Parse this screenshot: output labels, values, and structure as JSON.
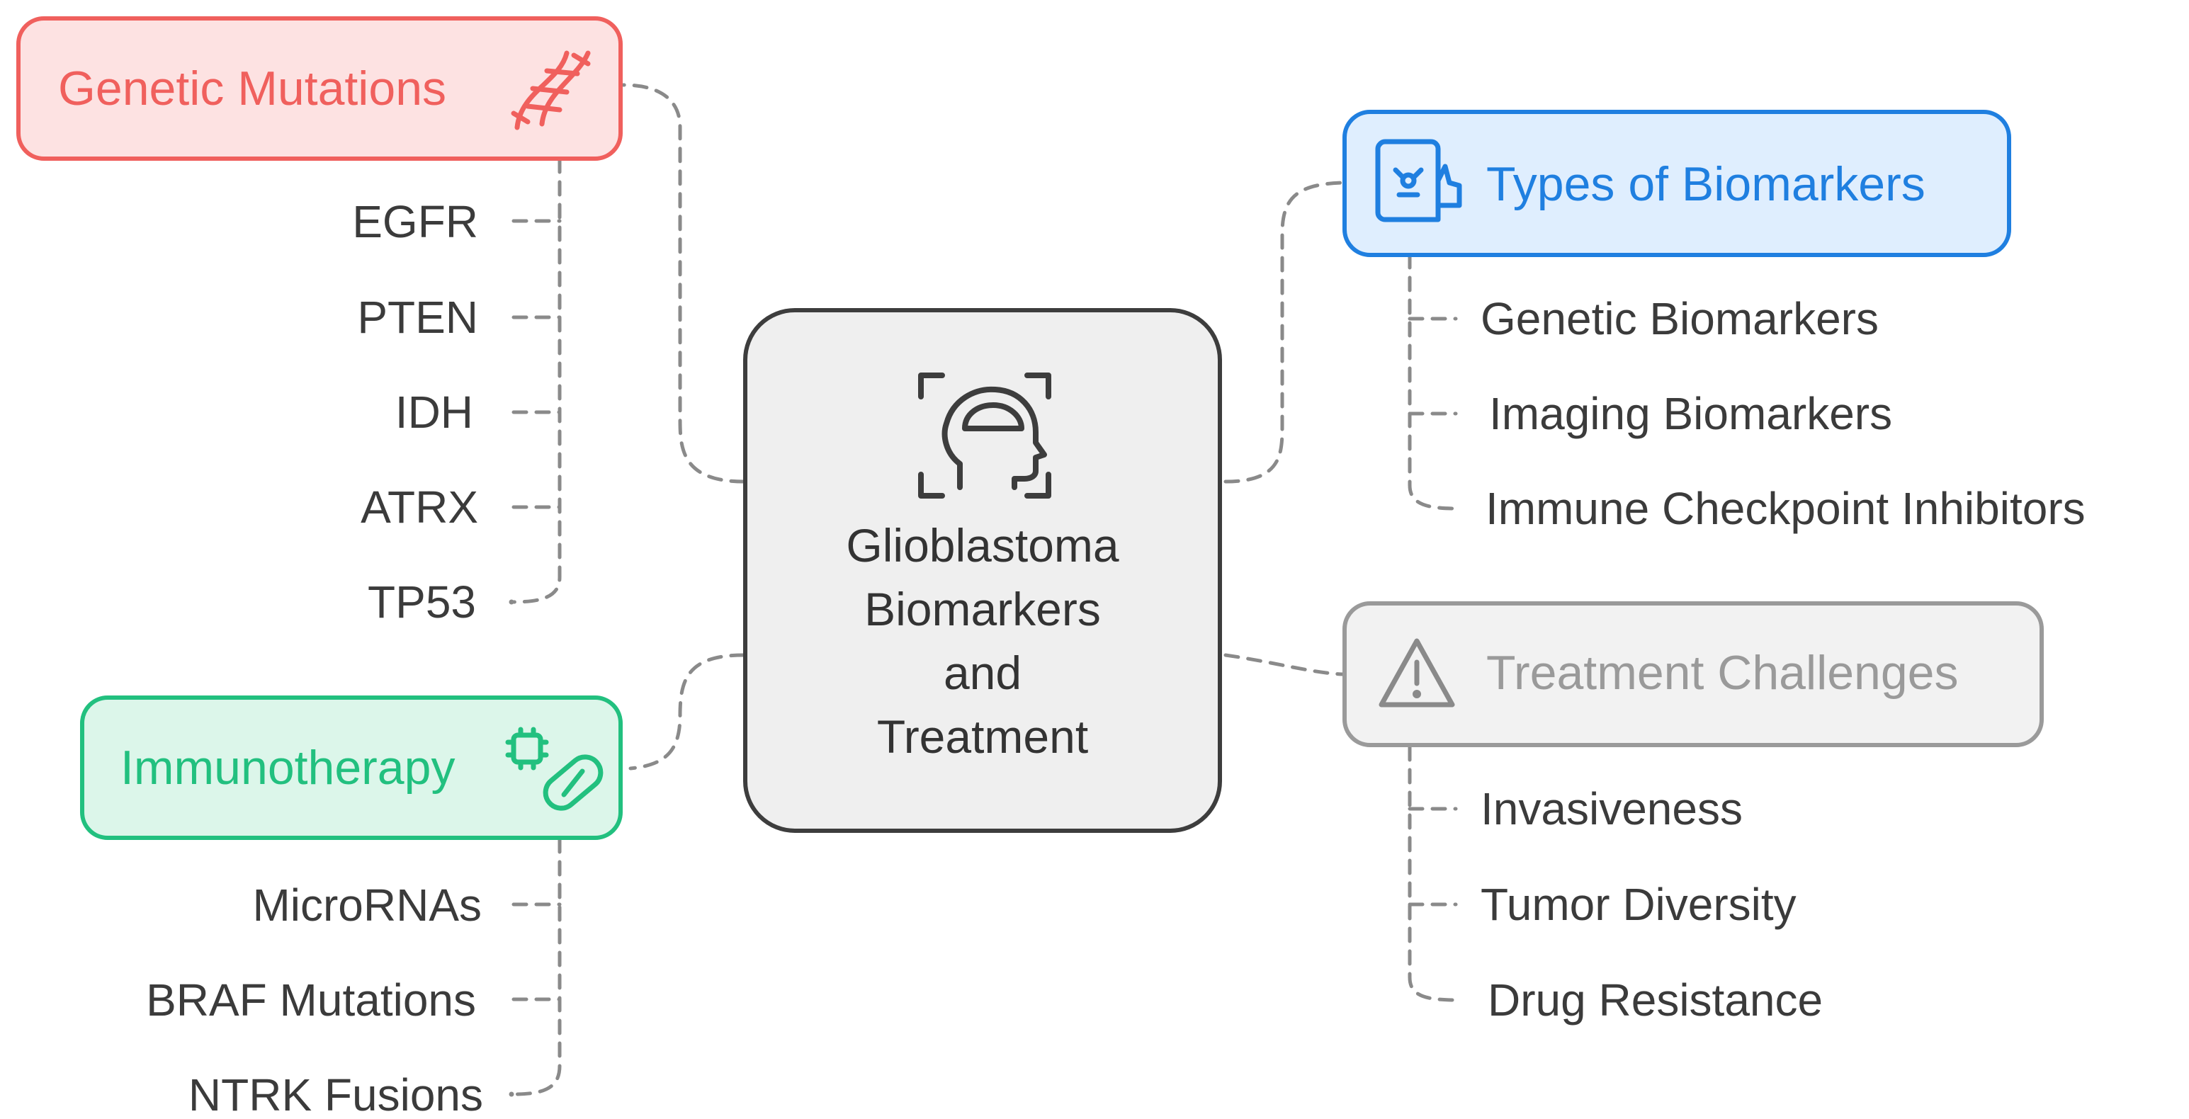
{
  "center": {
    "lines": [
      "Glioblastoma",
      "Biomarkers",
      "and",
      "Treatment"
    ],
    "icon": "brain-head-scan-icon"
  },
  "categories": {
    "genetic_mutations": {
      "label": "Genetic Mutations",
      "icon": "dna-icon",
      "color": "#f0605d",
      "fill": "#fde2e2",
      "items": [
        "EGFR",
        "PTEN",
        "IDH",
        "ATRX",
        "TP53"
      ]
    },
    "immunotherapy": {
      "label": "Immunotherapy",
      "icon": "pill-capsule-icon",
      "color": "#22c07f",
      "fill": "#dcf6ea",
      "items": [
        "MicroRNAs",
        "BRAF Mutations",
        "NTRK Fusions"
      ]
    },
    "types_of_biomarkers": {
      "label": "Types of Biomarkers",
      "icon": "biomarker-report-icon",
      "color": "#1f7fe0",
      "fill": "#dfeefe",
      "items": [
        "Genetic Biomarkers",
        "Imaging Biomarkers",
        "Immune Checkpoint Inhibitors"
      ]
    },
    "treatment_challenges": {
      "label": "Treatment Challenges",
      "icon": "warning-triangle-icon",
      "color": "#9a9a9a",
      "fill": "#f2f2f2",
      "items": [
        "Invasiveness",
        "Tumor Diversity",
        "Drug Resistance"
      ]
    }
  }
}
